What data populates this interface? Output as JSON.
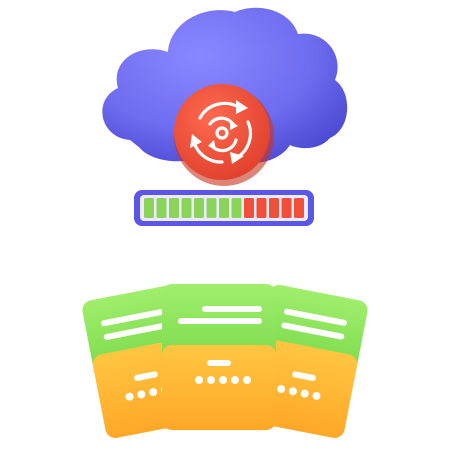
{
  "illustration": {
    "subject": "cloud-sync-with-documents",
    "icons": [
      "cloud-icon",
      "sync-icon",
      "progress-bar-icon",
      "document-folder-icon"
    ]
  },
  "colors": {
    "cloud": "#6f6df0",
    "cloud_dark": "#4f4dd6",
    "sync_badge": "#f0503a",
    "sync_badge_dark": "#d63c2a",
    "sync_arrows": "#ffffff",
    "progress_frame": "#5a57e6",
    "progress_filled": "#8ad45a",
    "progress_empty": "#f0503a",
    "folder_front": "#ffb52e",
    "folder_front_light": "#ffc94a",
    "doc_green": "#8ee65a",
    "doc_green_dark": "#6fd03a",
    "doc_lines": "#ffffff"
  },
  "progress": {
    "filled_segments": 8,
    "total_segments": 13
  },
  "folders": [
    {
      "position": "left",
      "detail": "dash-and-dots"
    },
    {
      "position": "center",
      "detail": "dash-and-dots"
    },
    {
      "position": "right",
      "detail": "dash-and-dots"
    }
  ]
}
